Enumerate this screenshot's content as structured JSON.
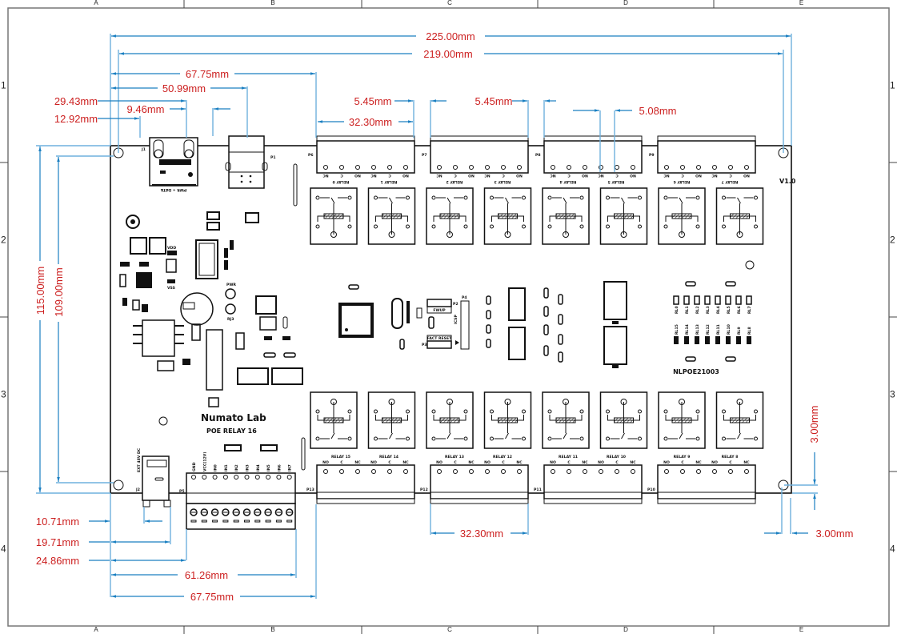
{
  "sheet": {
    "columns": [
      "A",
      "B",
      "C",
      "D",
      "E"
    ],
    "rows": [
      "1",
      "2",
      "3",
      "4"
    ]
  },
  "colors": {
    "dimension_line": "#1a7fc1",
    "dimension_text": "#cc1f1f",
    "outline": "#111111",
    "frame": "#777777"
  },
  "dimensions": {
    "overall_width": "225.00mm",
    "hole_span_width": "219.00mm",
    "p6_offset": "67.75mm",
    "p1_offset": "50.99mm",
    "j1_right_offset": "29.43mm",
    "j1_left_offset": "12.92mm",
    "j1_width": "9.46mm",
    "terminal_gap_1": "5.45mm",
    "terminal_gap_2": "5.45mm",
    "terminal_pitch": "5.08mm",
    "top_terminal_width": "32.30mm",
    "bottom_terminal_width": "32.30mm",
    "overall_height": "115.00mm",
    "hole_span_height": "109.00mm",
    "hole_offset_vertical": "3.00mm",
    "hole_offset_horizontal": "3.00mm",
    "j2_left": "10.71mm",
    "j2_right": "19.71mm",
    "p5_left": "24.86mm",
    "p5_right": "61.26mm",
    "p13_offset": "67.75mm"
  },
  "board": {
    "name": "NLPOE21003",
    "version": "V1.0",
    "brand": "Numato Lab",
    "product": "POE RELAY 16",
    "j1_label": "J1",
    "j1_caption": "PWR + DATA",
    "j2_label": "J2",
    "j2_caption": "EXT 48V DC",
    "p1_label": "P1",
    "pwr_label": "PWR",
    "rj_label": "RJ3",
    "vdd_label": "VDD",
    "vss_label": "VSS",
    "fwup_label": "FWUP",
    "fact_reset_label": "FACT RESET",
    "icsp_label": "ICSP",
    "p2_label": "P2",
    "p3_label": "P3",
    "p4_label": "P4",
    "p5_label": "P5",
    "p5_pins": [
      "GND",
      "VCC(12V)",
      "IN0",
      "IN1",
      "IN2",
      "IN3",
      "IN4",
      "IN5",
      "IN6",
      "IN7"
    ],
    "led_top_labels": [
      "RL0",
      "RL1",
      "RL2",
      "RL3",
      "RL4",
      "RL5",
      "RL6",
      "RL7"
    ],
    "led_bottom_labels": [
      "RL15",
      "RL14",
      "RL13",
      "RL12",
      "RL11",
      "RL10",
      "RL9",
      "RL8"
    ],
    "top_connectors": [
      {
        "label": "P6",
        "relays": [
          "RELAY 0",
          "RELAY 1"
        ]
      },
      {
        "label": "P7",
        "relays": [
          "RELAY 2",
          "RELAY 3"
        ]
      },
      {
        "label": "P8",
        "relays": [
          "RELAY 4",
          "RELAY 5"
        ]
      },
      {
        "label": "P9",
        "relays": [
          "RELAY 6",
          "RELAY 7"
        ]
      }
    ],
    "bottom_connectors": [
      {
        "label": "P13",
        "relays": [
          "RELAY 15",
          "RELAY 14"
        ]
      },
      {
        "label": "P12",
        "relays": [
          "RELAY 13",
          "RELAY 12"
        ]
      },
      {
        "label": "P11",
        "relays": [
          "RELAY 11",
          "RELAY 10"
        ]
      },
      {
        "label": "P10",
        "relays": [
          "RELAY 9",
          "RELAY 8"
        ]
      }
    ],
    "contact_labels": [
      "NO",
      "C",
      "NC"
    ]
  }
}
